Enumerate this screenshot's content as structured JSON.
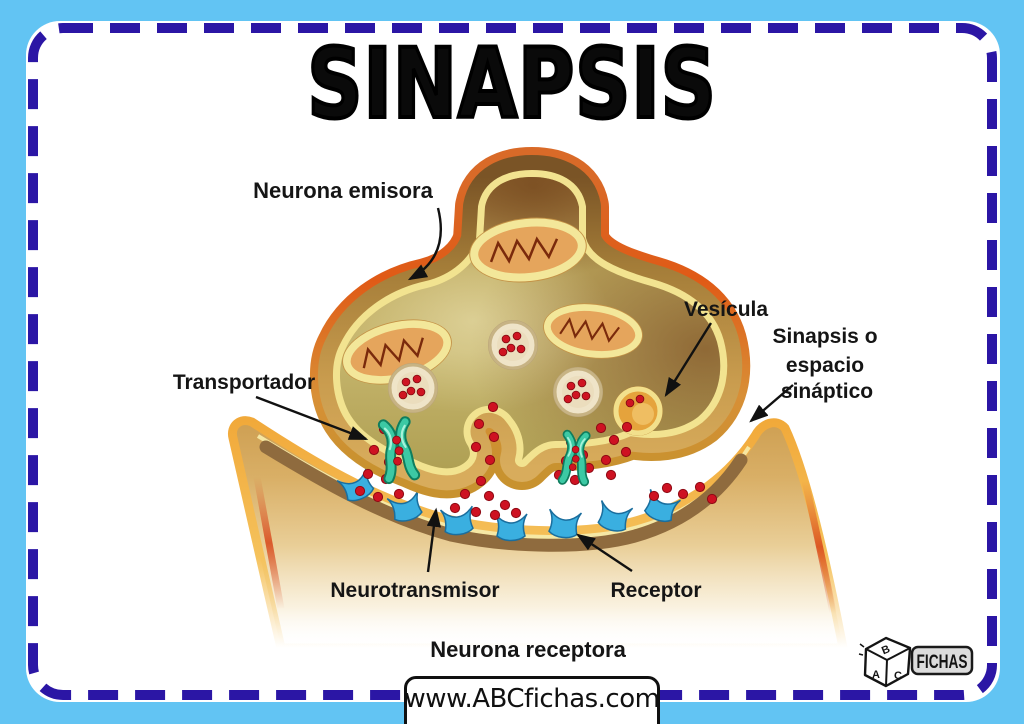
{
  "title": "SINAPSIS",
  "diagram": {
    "labels": {
      "neurona_emisora": "Neurona emisora",
      "transportador": "Transportador",
      "vesicula": "Vesícula",
      "sinapsis_espacio": {
        "lines": [
          "Sinapsis o",
          "espacio",
          "sináptico"
        ]
      },
      "neurotransmisor": "Neurotransmisor",
      "receptor": "Receptor",
      "neurona_receptora": "Neurona receptora"
    }
  },
  "watermark": {
    "url": "www.ABCfichas.com"
  },
  "logo": {
    "cube_letters": [
      "B",
      "A",
      "C"
    ],
    "wordmark": "FICHAS"
  },
  "colors": {
    "background": "#62C4F3",
    "dashed_border": "#2B16A5",
    "card": "#FFFFFF",
    "title_text": "#0A0A0A",
    "label_text": "#151515",
    "membrane_red": "#DC5A16",
    "membrane_gold": "#C99C4E",
    "membrane_yellow": "#F2E390",
    "cytoplasm_olive": "#C3B366",
    "transporter_teal": "#3CC9A4",
    "receptor_blue": "#3AAFE0",
    "neurotransmitter_red": "#CE1222",
    "postsynaptic_tan": "#D9AF66"
  }
}
